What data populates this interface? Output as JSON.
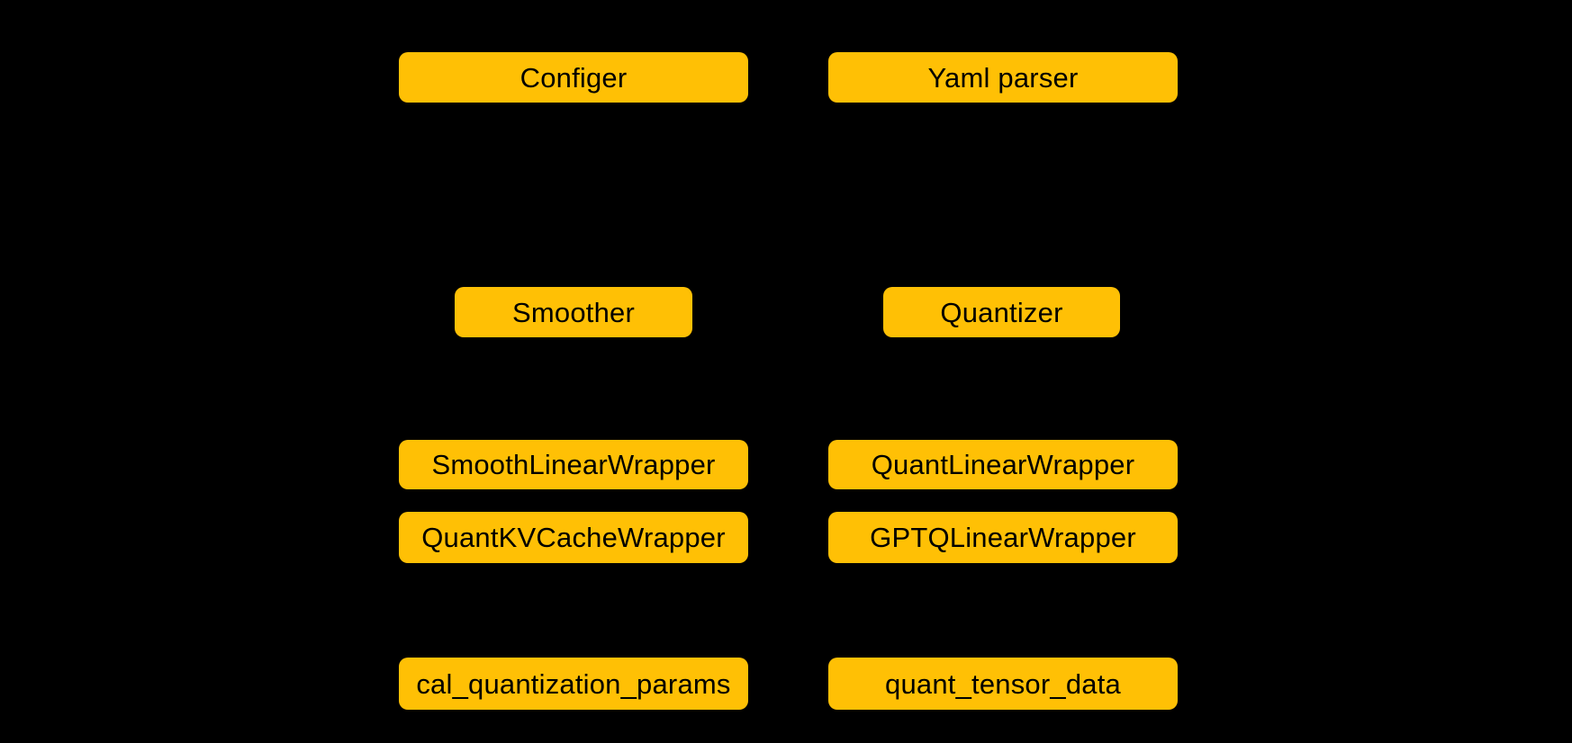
{
  "colors": {
    "background": "#000000",
    "node_fill": "#FFC005",
    "node_text": "#000000"
  },
  "diagram": {
    "type": "block-diagram",
    "columns": 2,
    "nodes": {
      "configer": {
        "label": "Configer"
      },
      "yaml_parser": {
        "label": "Yaml parser"
      },
      "smoother": {
        "label": "Smoother"
      },
      "quantizer": {
        "label": "Quantizer"
      },
      "smooth_linear_wrapper": {
        "label": "SmoothLinearWrapper"
      },
      "quant_linear_wrapper": {
        "label": "QuantLinearWrapper"
      },
      "quant_kv_cache_wrapper": {
        "label": "QuantKVCacheWrapper"
      },
      "gptq_linear_wrapper": {
        "label": "GPTQLinearWrapper"
      },
      "cal_quantization_params": {
        "label": "cal_quantization_params"
      },
      "quant_tensor_data": {
        "label": "quant_tensor_data"
      }
    }
  }
}
